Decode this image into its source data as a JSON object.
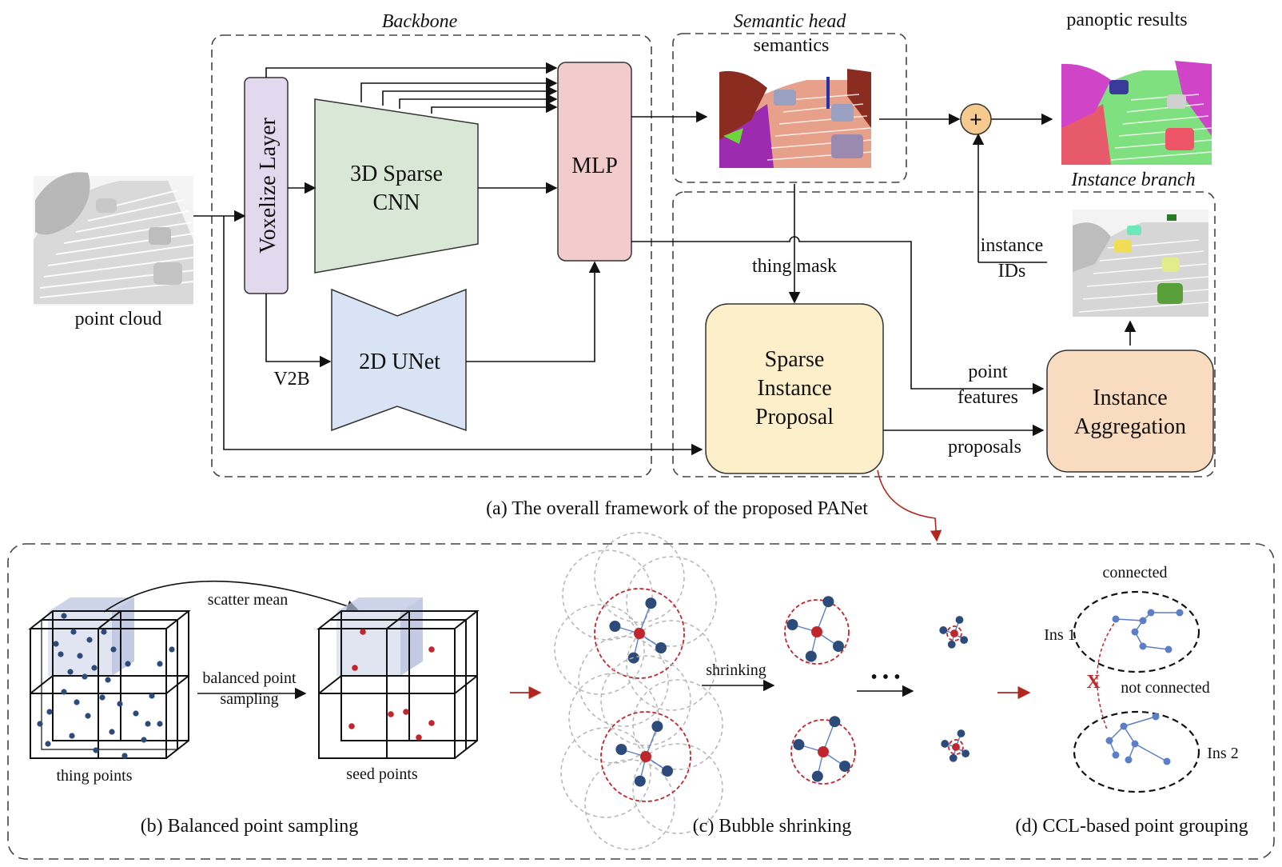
{
  "top": {
    "input_label": "point cloud",
    "backbone_title": "Backbone",
    "voxelize": "Voxelize Layer",
    "sparse_cnn": [
      "3D Sparse",
      "CNN"
    ],
    "mlp": "MLP",
    "v2b": "V2B",
    "unet": "2D  UNet",
    "semantic_head_title": "Semantic head",
    "semantics_label": "semantics",
    "panoptic_label": "panoptic results",
    "instance_branch_title": "Instance branch",
    "thing_mask": "thing mask",
    "instance_ids": [
      "instance",
      "IDs"
    ],
    "sparse_proposal": [
      "Sparse",
      "Instance",
      "Proposal"
    ],
    "point_features": [
      "point",
      "features"
    ],
    "proposals": "proposals",
    "aggregation": [
      "Instance",
      "Aggregation"
    ],
    "plus_symbol": "+",
    "caption_a": "(a) The overall framework of the proposed PANet"
  },
  "bottom": {
    "scatter_mean": "scatter mean",
    "balanced_sampling": [
      "balanced point",
      "sampling"
    ],
    "thing_points": "thing points",
    "seed_points": "seed points",
    "shrinking": "shrinking",
    "dots": "• • •",
    "connected": "connected",
    "not_connected": "not connected",
    "cross": "X",
    "ins1": "Ins 1",
    "ins2": "Ins 2",
    "caption_b": "(b) Balanced point sampling",
    "caption_c": "(c) Bubble shrinking",
    "caption_d": "(d) CCL-based point grouping"
  },
  "colors": {
    "voxelize_fill": "#e3d9ee",
    "cnn_fill": "#d9e8d6",
    "mlp_fill": "#f2cccc",
    "unet_fill": "#d8e3f5",
    "proposal_fill": "#fcefc9",
    "aggregation_fill": "#f9dcc0",
    "plus_fill": "#f6c98f",
    "point_blue": "#2d4b7a",
    "seed_red": "#c0272d",
    "arrow_red": "#b3261e",
    "edge_blue": "#5a7fc6"
  }
}
